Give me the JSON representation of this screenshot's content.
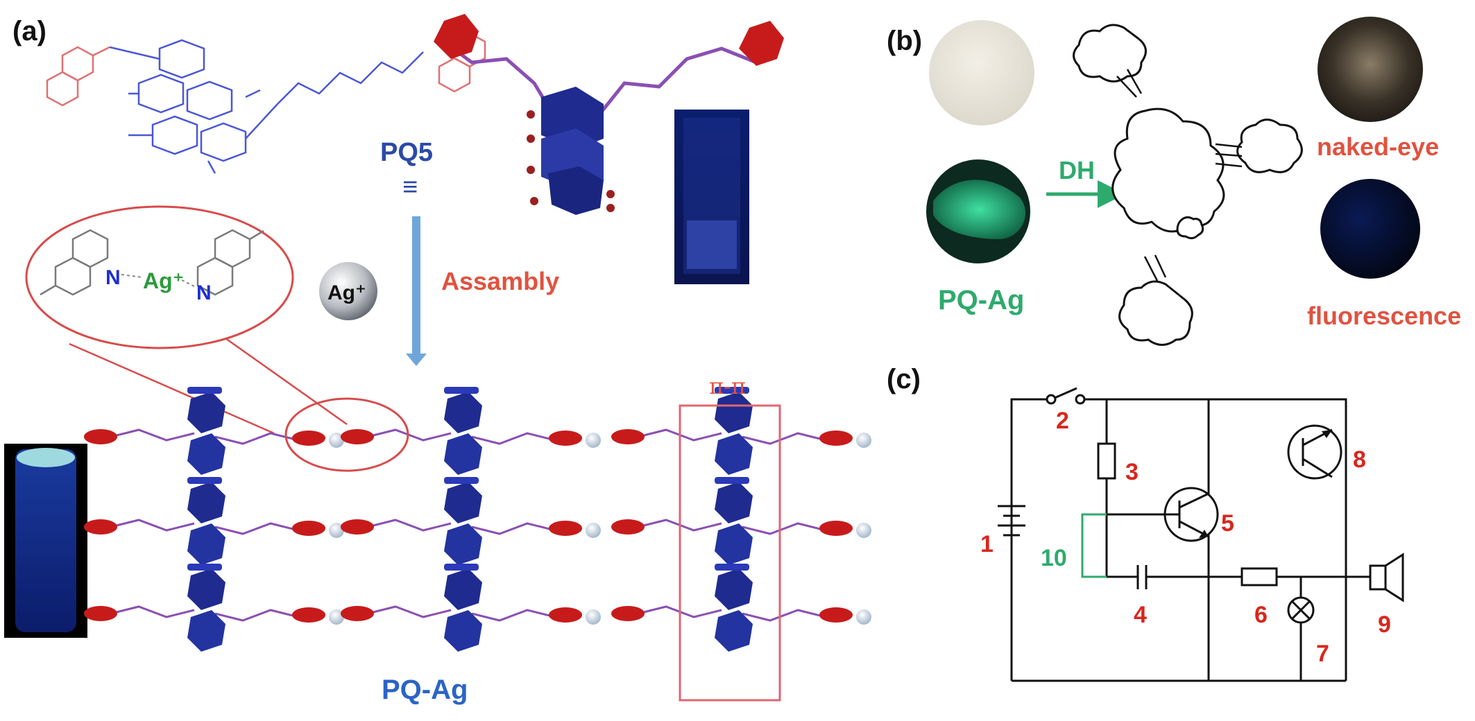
{
  "panel_a": {
    "label": "(a)",
    "pq5_label": "PQ5",
    "equiv_symbol": "≡",
    "ag_sphere_label": "Ag⁺",
    "assembly_label": "Assambly",
    "inset_ag_label": "Ag⁺",
    "inset_n_label": "N",
    "pi_pi_label": "π-π",
    "product_label": "PQ-Ag"
  },
  "panel_b": {
    "label": "(b)",
    "pq_ag_label": "PQ-Ag",
    "arrow_label": "DH",
    "naked_eye_label": "naked-eye",
    "fluorescence_label": "fluorescence"
  },
  "panel_c": {
    "label": "(c)",
    "components": [
      "1",
      "2",
      "3",
      "4",
      "5",
      "6",
      "7",
      "8",
      "9",
      "10"
    ]
  },
  "colors": {
    "blue_text": "#2b4aa8",
    "red_text": "#e0523f",
    "green_text": "#2eaa6d",
    "number_red": "#d9261c",
    "arrow_blue": "#5b9bd5",
    "macrocycle_blue": "#1f2b8f",
    "quinoline_red": "#cc1c1c",
    "circle_red": "#d84b4b"
  }
}
